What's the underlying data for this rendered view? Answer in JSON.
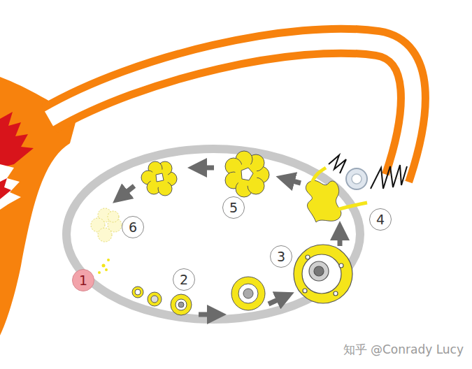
{
  "diagram": {
    "labels": [
      "1",
      "2",
      "3",
      "4",
      "5",
      "6",
      "知乎 @Conrady Lucy"
    ]
  }
}
